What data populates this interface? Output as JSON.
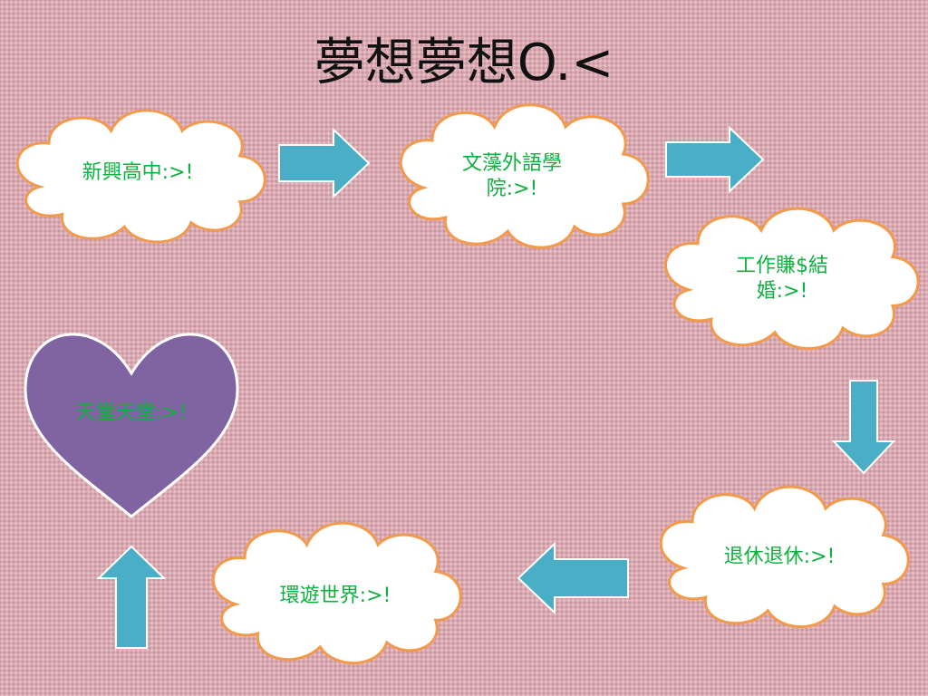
{
  "title": "夢想夢想O.<",
  "nodes": [
    {
      "id": "school",
      "text": "新興高中:>!"
    },
    {
      "id": "college",
      "text": "文藻外語學院:>!"
    },
    {
      "id": "work",
      "text": "工作賺$結婚:>!"
    },
    {
      "id": "retire",
      "text": "退休退休:>!"
    },
    {
      "id": "travel",
      "text": "環遊世界:>!"
    },
    {
      "id": "heaven",
      "text": "天堂天堂:>!"
    }
  ],
  "colors": {
    "cloud_fill": "#ffffff",
    "cloud_stroke": "#f29a4a",
    "arrow_fill": "#4aaec6",
    "arrow_stroke": "#ffffff",
    "heart_fill": "#8064a2",
    "label_text": "#10b040"
  }
}
